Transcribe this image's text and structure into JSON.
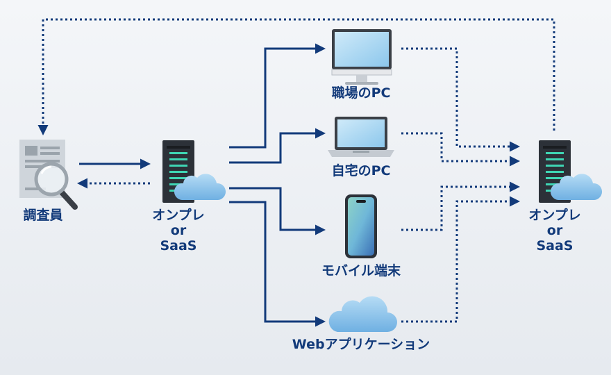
{
  "nodes": {
    "investigator": {
      "label": "調査員",
      "icon": "document-magnifier-icon"
    },
    "source": {
      "line1": "オンプレ",
      "line2": "or",
      "line3": "SaaS",
      "icon": "server-cloud-icon"
    },
    "workplace_pc": {
      "label": "職場のPC",
      "icon": "monitor-icon"
    },
    "home_pc": {
      "label": "自宅のPC",
      "icon": "laptop-icon"
    },
    "mobile": {
      "label": "モバイル端末",
      "icon": "smartphone-icon"
    },
    "webapp": {
      "label": "Webアプリケーション",
      "icon": "cloud-icon"
    },
    "destination": {
      "line1": "オンプレ",
      "line2": "or",
      "line3": "SaaS",
      "icon": "server-cloud-icon"
    }
  },
  "colors": {
    "arrow": "#123a7a",
    "label": "#123a7a",
    "server": "#2c3138",
    "led": "#3fd6b4",
    "cloud": "#8ec3ea",
    "screen": "#a9d8f2"
  }
}
